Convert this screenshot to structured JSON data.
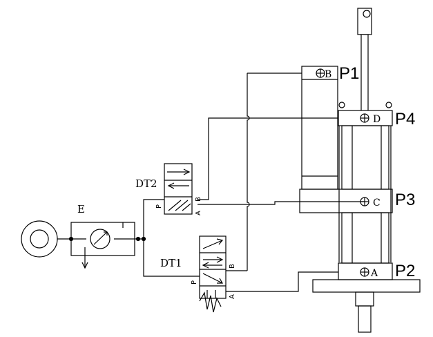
{
  "components": {
    "air_source": {
      "label": ""
    },
    "frl_unit": {
      "label": "E"
    },
    "valve_dt2": {
      "label": "DT2",
      "ports": {
        "p": "P",
        "a": "A",
        "b": "B"
      }
    },
    "valve_dt1": {
      "label": "DT1",
      "ports": {
        "p": "P",
        "a": "A",
        "b": "B"
      }
    }
  },
  "cylinder": {
    "ports": {
      "p1": "P1",
      "p2": "P2",
      "p3": "P3",
      "p4": "P4"
    },
    "pins": {
      "a": "A",
      "b": "B",
      "c": "C",
      "d": "D"
    }
  }
}
